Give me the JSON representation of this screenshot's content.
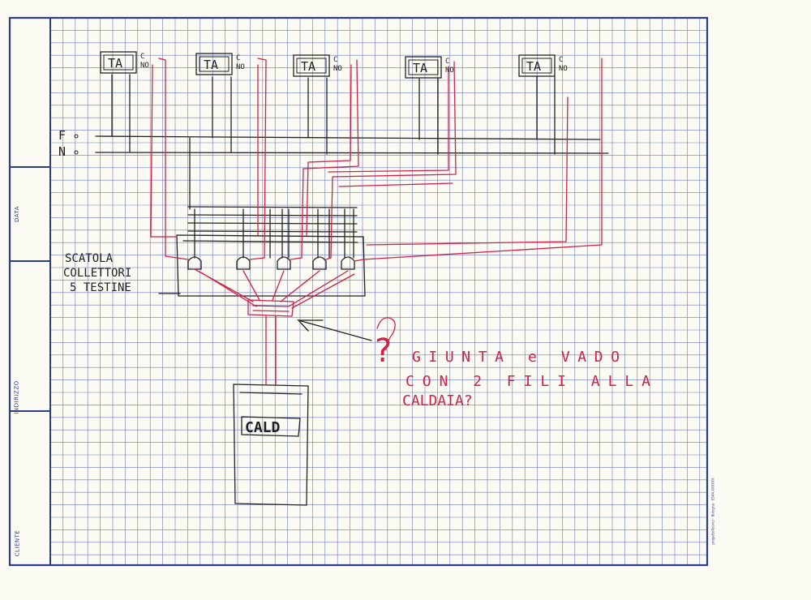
{
  "form_fields": [
    "DATA",
    "INDIRIZZO",
    "CLIENTE"
  ],
  "thermostats": [
    {
      "label": "TA",
      "contacts": [
        "C",
        "NO"
      ]
    },
    {
      "label": "TA",
      "contacts": [
        "C",
        "NO"
      ]
    },
    {
      "label": "TA",
      "contacts": [
        "C",
        "NO"
      ]
    },
    {
      "label": "TA",
      "contacts": [
        "C",
        "NO"
      ]
    },
    {
      "label": "TA",
      "contacts": [
        "C",
        "NO"
      ]
    }
  ],
  "bus_labels": {
    "phase": "F",
    "neutral": "N"
  },
  "manifold_box": {
    "lines": [
      "SCATOLA",
      "COLLETTORI",
      "5 TESTINE"
    ]
  },
  "boiler_label": "CALD",
  "question_mark": "?",
  "question_note": {
    "lines": [
      "GIUNTA e VADO",
      "CON 2 FILI ALLA",
      "CALDAIA?"
    ]
  },
  "printer_credit": "progettoTecnici · Bologna · 0544.XXXXXX",
  "colors": {
    "grid": "#3b4fa8",
    "ink_black": "#222222",
    "ink_red": "#d2204a",
    "paper": "#fbfaf3"
  }
}
